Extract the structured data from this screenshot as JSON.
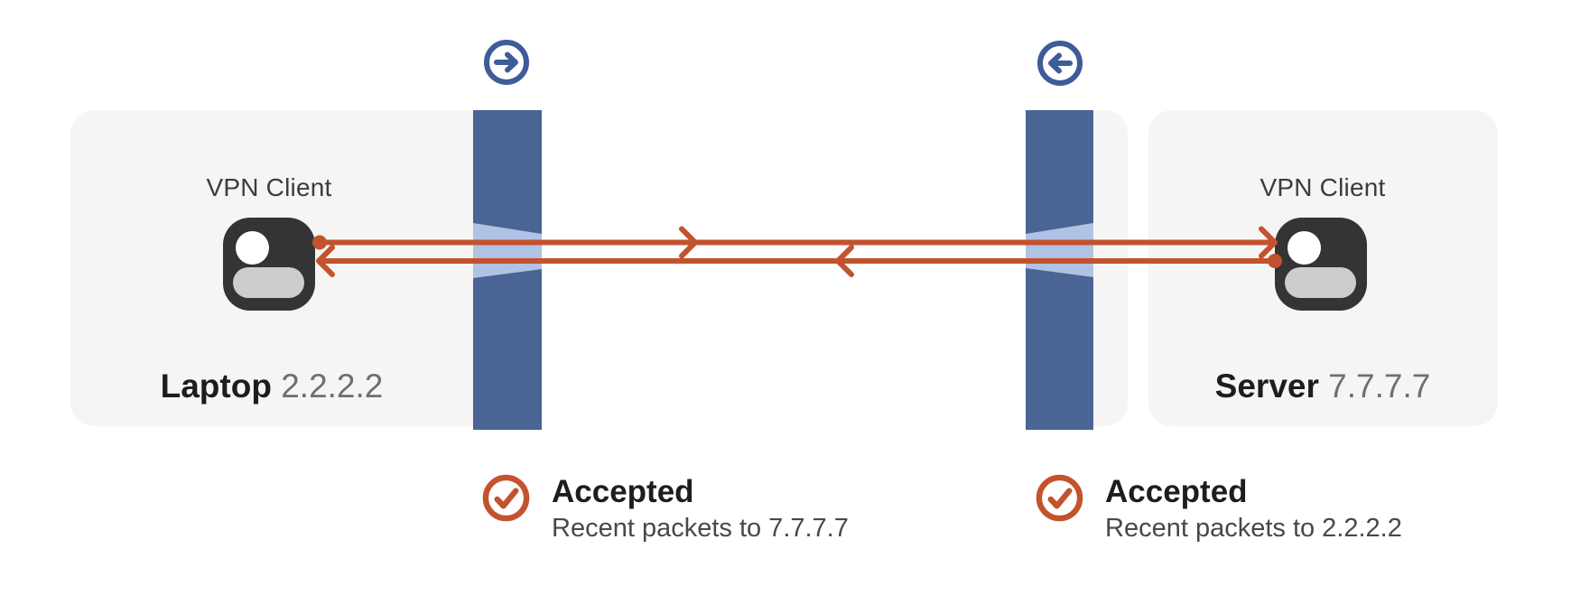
{
  "diagram": {
    "description": "VPN tunnel between two hosts passing through two firewalls",
    "colors": {
      "card_bg": "#F6F5F3",
      "firewall_blue": "#4A6495",
      "firewall_opening_blue": "#B0C3E4",
      "packet_orange": "#C2532E",
      "direction_badge_blue": "#3D5C98",
      "avatar_dark": "#343434",
      "avatar_body_gray": "#CDCDCD",
      "title_dark": "#1D1D1F",
      "ip_gray": "#6E6E73"
    },
    "left_zone": {
      "role_label": "VPN Client",
      "host_name": "Laptop",
      "host_ip": "2.2.2.2",
      "firewall_direction": "right",
      "status": {
        "title": "Accepted",
        "subtitle": "Recent packets to 7.7.7.7"
      }
    },
    "right_zone": {
      "role_label": "VPN Client",
      "host_name": "Server",
      "host_ip": "7.7.7.7",
      "firewall_direction": "left",
      "status": {
        "title": "Accepted",
        "subtitle": "Recent packets to 2.2.2.2"
      }
    },
    "flows": [
      {
        "name": "outbound",
        "from": "Laptop",
        "to": "Server",
        "direction": "right"
      },
      {
        "name": "return",
        "from": "Server",
        "to": "Laptop",
        "direction": "left"
      }
    ]
  }
}
